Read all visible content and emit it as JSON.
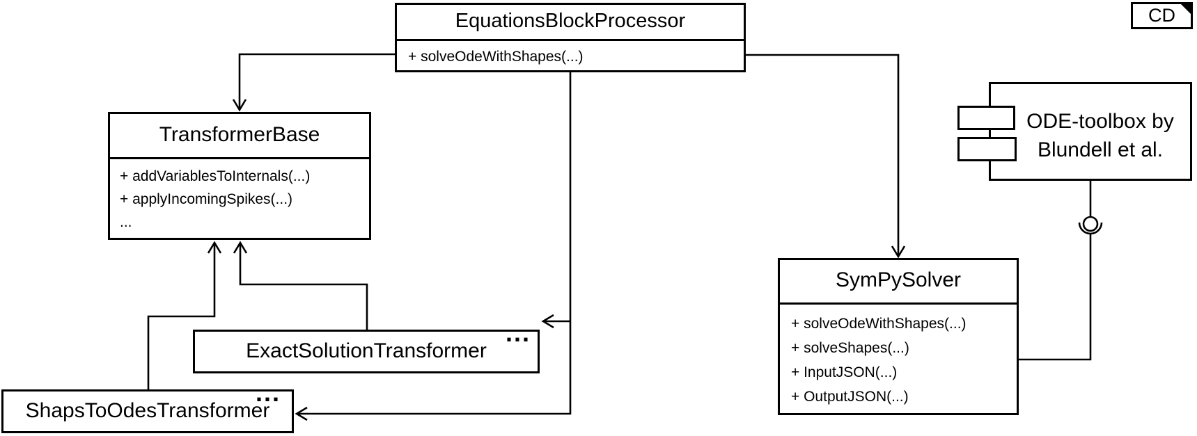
{
  "frame": {
    "label": "CD"
  },
  "classes": {
    "equations_block_processor": {
      "title": "EquationsBlockProcessor",
      "methods": [
        "+ solveOdeWithShapes(...)"
      ]
    },
    "transformer_base": {
      "title": "TransformerBase",
      "methods": [
        "+ addVariablesToInternals(...)",
        "+ applyIncomingSpikes(...)",
        "..."
      ]
    },
    "exact_solution_transformer": {
      "title": "ExactSolutionTransformer",
      "more_indicator": "..."
    },
    "shaps_to_odes_transformer": {
      "title": "ShapsToOdesTransformer",
      "more_indicator": "..."
    },
    "sympy_solver": {
      "title": "SymPySolver",
      "methods": [
        "+ solveOdeWithShapes(...)",
        "+ solveShapes(...)",
        "+ InputJSON(...)",
        "+ OutputJSON(...)"
      ]
    }
  },
  "component": {
    "title_line1": "ODE-toolbox by",
    "title_line2": "Blundell et al."
  },
  "colors": {
    "stroke": "#000000",
    "background": "#ffffff"
  }
}
